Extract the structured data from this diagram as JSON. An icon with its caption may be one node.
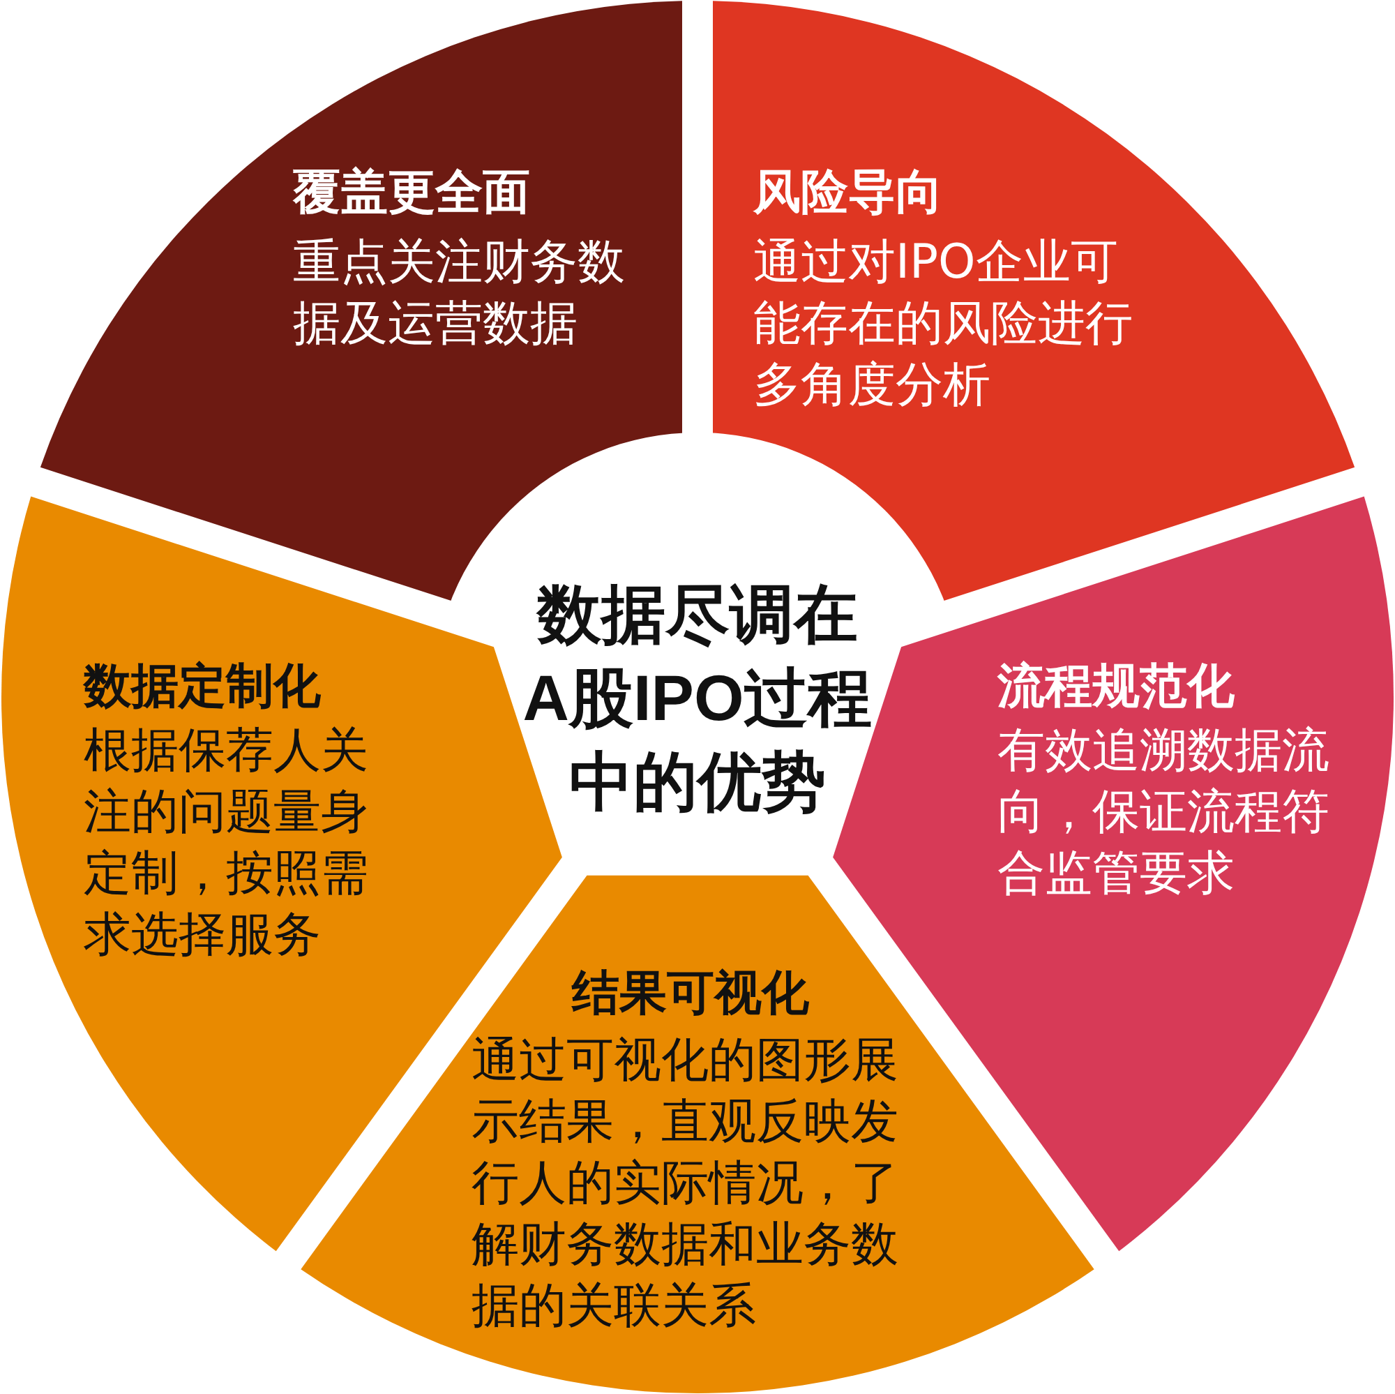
{
  "diagram": {
    "nodes": [
      {
        "text": [
          "覆盖更全面",
          "重点关注财务数据及运营数据"
        ]
      },
      {
        "text": [
          "风险导向",
          "通过对IPO企业可能存在的风险进行多角度分析"
        ]
      },
      {
        "text": [
          "数据尽调在A股IPO过程中的优势"
        ]
      },
      {
        "text": [
          "数据定制化",
          "根据保荐人关注的问题量身定制，按照需求选择服务"
        ]
      },
      {
        "text": [
          "流程规范化",
          "有效追溯数据流向，保证流程符合监管要求"
        ]
      },
      {
        "text": [
          "结果可视化",
          "通过可视化的图形展示结果，直观反映发行人的实际情况，了解财务数据和业务数据的关联关系"
        ]
      }
    ]
  }
}
